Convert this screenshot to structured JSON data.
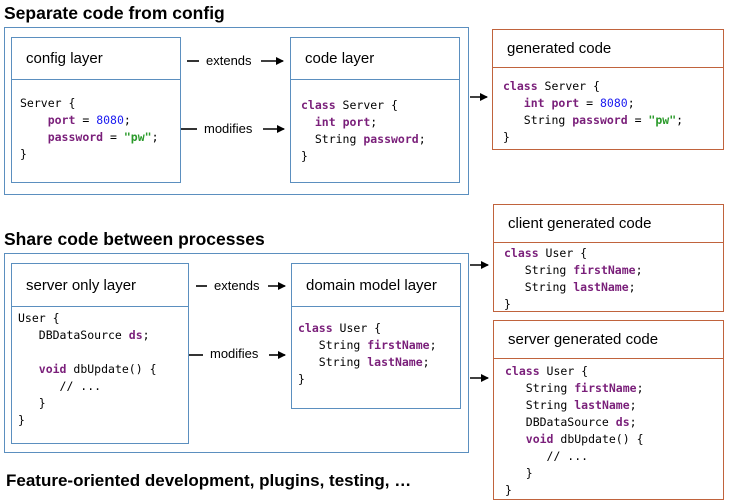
{
  "section1": {
    "heading": "Separate code from config",
    "config_layer": {
      "title": "config layer",
      "code": "Server {\n    port = 8080;\n    password = \"pw\";\n}"
    },
    "code_layer": {
      "title": "code layer",
      "code": "class Server {\n  int port;\n  String password;\n}"
    },
    "generated": {
      "title": "generated code",
      "code": "class Server {\n   int port = 8080;\n   String password = \"pw\";\n}"
    },
    "extends_label": "extends",
    "modifies_label": "modifies"
  },
  "section2": {
    "heading": "Share code between processes",
    "server_only_layer": {
      "title": "server only layer",
      "code": "User {\n   DBDataSource ds;\n\n   void dbUpdate() {\n      // ...\n   }\n}"
    },
    "domain_model_layer": {
      "title": "domain model layer",
      "code": "class User {\n   String firstName;\n   String lastName;\n}"
    },
    "client_generated": {
      "title": "client generated code",
      "code": "class User {\n   String firstName;\n   String lastName;\n}"
    },
    "server_generated": {
      "title": "server generated code",
      "code": "class User {\n   String firstName;\n   String lastName;\n   DBDataSource ds;\n   void dbUpdate() {\n      // ...\n   }\n}"
    },
    "extends_label": "extends",
    "modifies_label": "modifies"
  },
  "footer": "Feature-oriented development, plugins, testing, …",
  "colors": {
    "layer_border": "#5b8fbf",
    "generated_border": "#c0633d",
    "keyword": "#7a1f7a",
    "number": "#1c1cf0",
    "string": "#2a9a2a"
  }
}
